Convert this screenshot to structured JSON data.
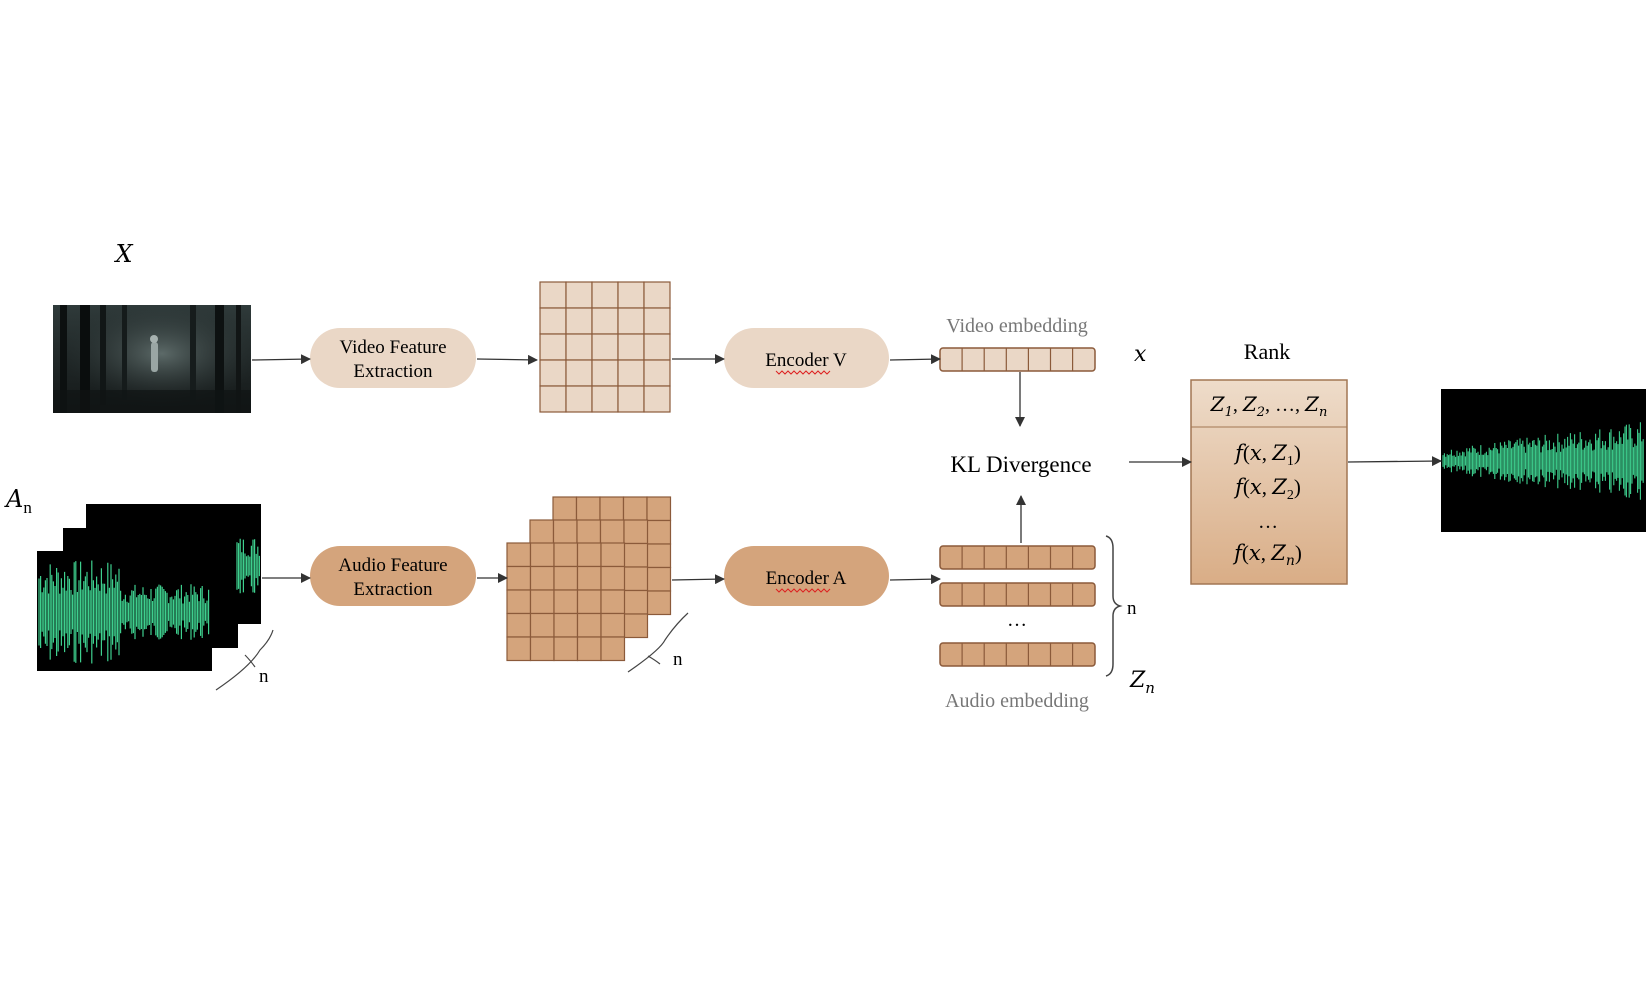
{
  "labels": {
    "video_input": "X",
    "audio_input_base": "A",
    "audio_input_sub": "n",
    "video_feature": [
      "Video Feature",
      "Extraction"
    ],
    "audio_feature": [
      "Audio Feature",
      "Extraction"
    ],
    "encoder_v": "Encoder V",
    "encoder_a": "Encoder A",
    "video_embedding": "Video embedding",
    "audio_embedding": "Audio embedding",
    "x_label": "x",
    "z_label_base": "Z",
    "z_label_sub": "n",
    "kl": "KL  Divergence",
    "rank": "Rank",
    "n_audio_stack": "n",
    "n_feature_stack": "n",
    "n_embeddings": "n",
    "ellipsis": "…"
  },
  "rank_box": {
    "header": {
      "prefix": "Z",
      "subs": [
        "1",
        "2",
        "n"
      ],
      "dots": "…"
    },
    "rows": [
      {
        "func": "f",
        "arg": "x",
        "z": "Z",
        "sub": "1"
      },
      {
        "func": "f",
        "arg": "x",
        "z": "Z",
        "sub": "2"
      },
      {
        "ellipsis": "…"
      },
      {
        "func": "f",
        "arg": "x",
        "z": "Z",
        "sub": "n"
      }
    ]
  },
  "colors": {
    "light_fill": "#ead7c6",
    "dark_fill": "#d4a47c",
    "stroke": "#8b5a3a",
    "rank_top": "#eedcca",
    "rank_bottom": "#d9ad86",
    "wave": "#3ecf8e",
    "arrow": "#333333",
    "gray_text": "#777777"
  }
}
